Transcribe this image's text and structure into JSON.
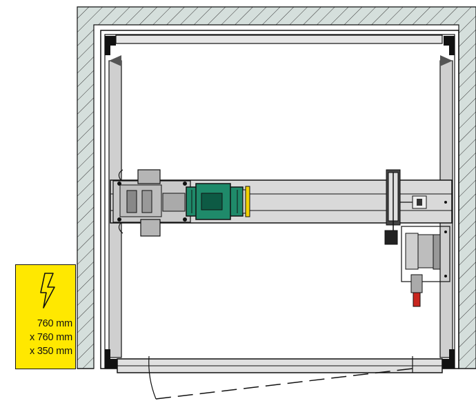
{
  "colors": {
    "wall_fill": "#d5dfdc",
    "line": "#111111",
    "frame_gray": "#cfcfcf",
    "rail_gray": "#d9d9d9",
    "drive_green": "#1f8a6a",
    "drive_dark": "#0d5a44",
    "warning_yellow": "#ffe800",
    "accent_yellow": "#f2d200",
    "lock_red": "#c8261f"
  },
  "icons": {
    "warning": "lightning-bolt-icon"
  },
  "dimension_label": {
    "line1": "760 mm",
    "line2": "x 760 mm",
    "line3": "x 350 mm"
  }
}
